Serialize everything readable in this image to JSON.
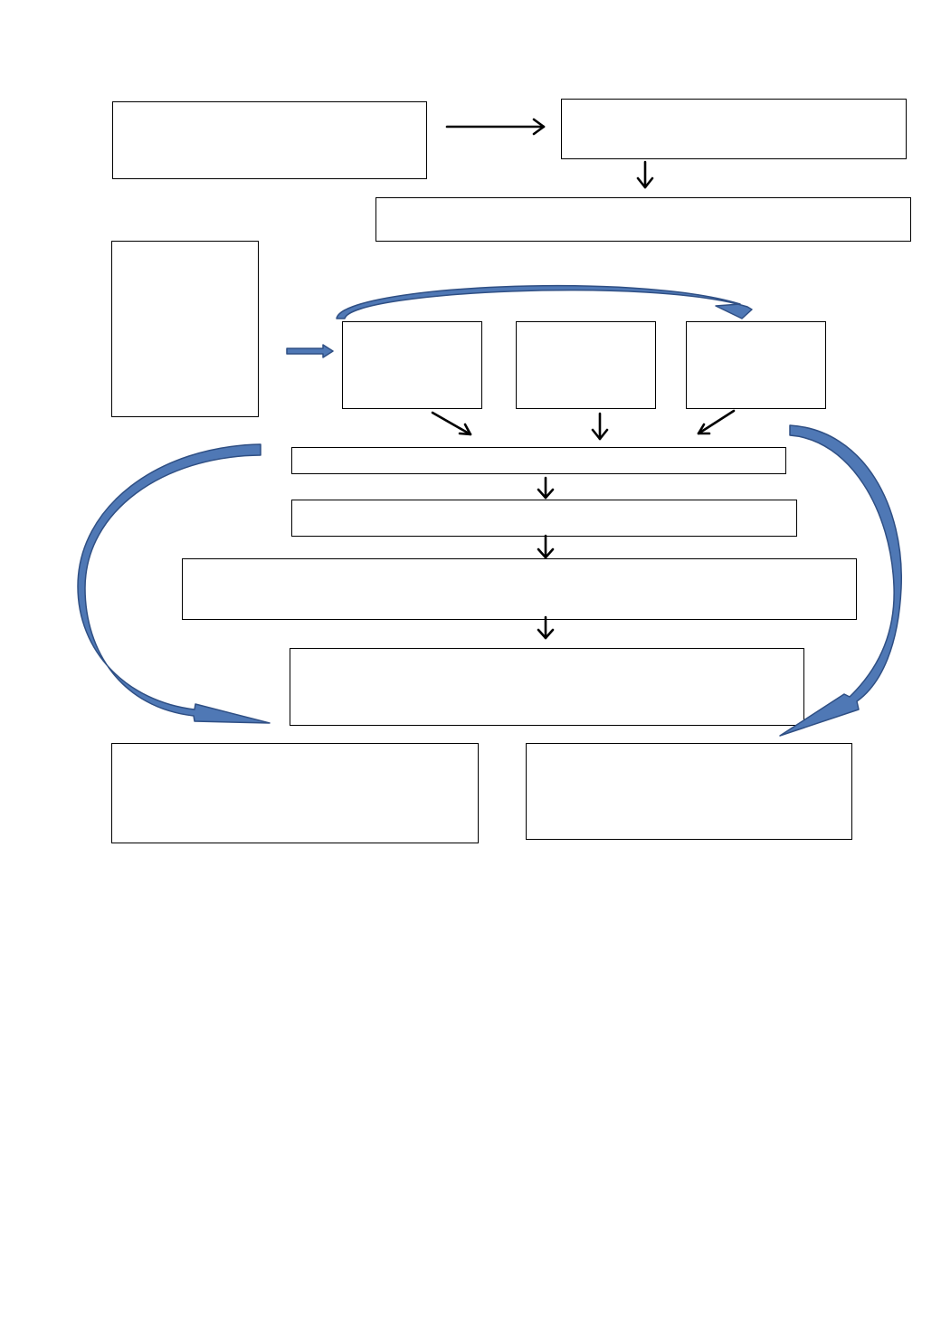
{
  "diagram": {
    "type": "flowchart",
    "boxes": [
      {
        "id": "box-top-left",
        "text": ""
      },
      {
        "id": "box-top-right",
        "text": ""
      },
      {
        "id": "box-second-row",
        "text": ""
      },
      {
        "id": "box-left-tall",
        "text": ""
      },
      {
        "id": "box-middle-1",
        "text": ""
      },
      {
        "id": "box-middle-2",
        "text": ""
      },
      {
        "id": "box-middle-3",
        "text": ""
      },
      {
        "id": "box-thin-1",
        "text": ""
      },
      {
        "id": "box-thin-2",
        "text": ""
      },
      {
        "id": "box-wide",
        "text": ""
      },
      {
        "id": "box-lower-center",
        "text": ""
      },
      {
        "id": "box-bottom-left",
        "text": ""
      },
      {
        "id": "box-bottom-right",
        "text": ""
      }
    ],
    "colors": {
      "box_border": "#000000",
      "arrow_black": "#000000",
      "arrow_blue_fill": "#4f78b5",
      "arrow_blue_stroke": "#2f4f84"
    }
  }
}
